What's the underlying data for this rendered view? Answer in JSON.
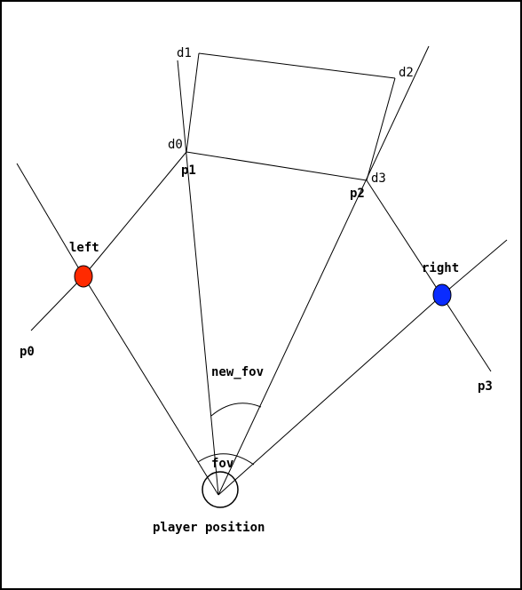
{
  "labels": {
    "d1": "d1",
    "d2": "d2",
    "d0": "d0",
    "d3": "d3",
    "p1": "p1",
    "p2": "p2",
    "p0": "p0",
    "p3": "p3",
    "left": "left",
    "right": "right",
    "new_fov": "new_fov",
    "fov": "fov",
    "player_position": "player position"
  },
  "colors": {
    "left_marker": "#ff2a00",
    "right_marker": "#0a2cff",
    "line": "#000000",
    "frame": "#000000"
  }
}
